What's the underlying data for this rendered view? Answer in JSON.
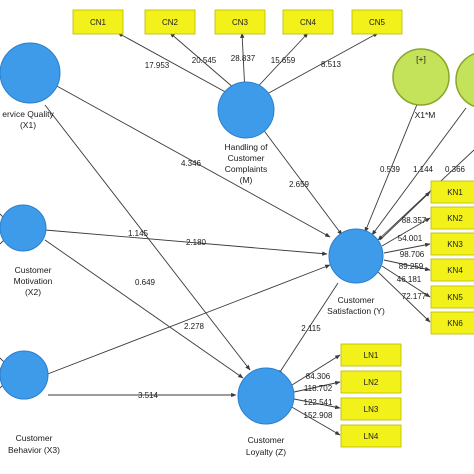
{
  "colors": {
    "construct": "#3d9be9",
    "construct_stroke": "#2a7fcf",
    "indicator": "#f2f21a",
    "indicator_stroke": "#b8b800",
    "moderator": "#c4e35a",
    "moderator_stroke": "#8aa62a",
    "line": "#3a3a3a"
  },
  "constructs": {
    "x1": {
      "line1": "ervice Quality",
      "line2": "(X1)"
    },
    "m": {
      "line1": "Handling of",
      "line2": "Customer",
      "line3": "Complaints",
      "line4": "(M)"
    },
    "x2": {
      "line1": "Customer",
      "line2": "Motivation",
      "line3": "(X2)"
    },
    "y": {
      "line1": "Customer",
      "line2": "Satisfaction (Y)"
    },
    "x3": {
      "line1": "Customer",
      "line2": "Behavior (X3)"
    },
    "z": {
      "line1": "Customer",
      "line2": "Loyalty (Z)"
    },
    "mod1": {
      "label": "[+]",
      "caption": "X1*M"
    }
  },
  "indicators": {
    "cn": [
      "CN1",
      "CN2",
      "CN3",
      "CN4",
      "CN5"
    ],
    "kn": [
      "KN1",
      "KN2",
      "KN3",
      "KN4",
      "KN5",
      "KN6"
    ],
    "ln": [
      "LN1",
      "LN2",
      "LN3",
      "LN4"
    ]
  },
  "loadings": {
    "cn": [
      "17.953",
      "20.545",
      "28.837",
      "15.659",
      "8.513"
    ],
    "kn": [
      "88.357",
      "54.001",
      "98.706",
      "89.259",
      "46.181",
      "72.177"
    ],
    "ln": [
      "84.306",
      "118.702",
      "122.541",
      "152.908"
    ]
  },
  "paths": {
    "x1_y": "4.346",
    "x1_z": "1.145",
    "x2_y": "2.180",
    "x2_z": "0.649",
    "x3_y": "2.278",
    "x3_z": "3.514",
    "m_y": "2.659",
    "y_z": "2.115",
    "mod1_y": "0.539",
    "mod2_y": "1.144",
    "mod3_y": "0.366"
  }
}
